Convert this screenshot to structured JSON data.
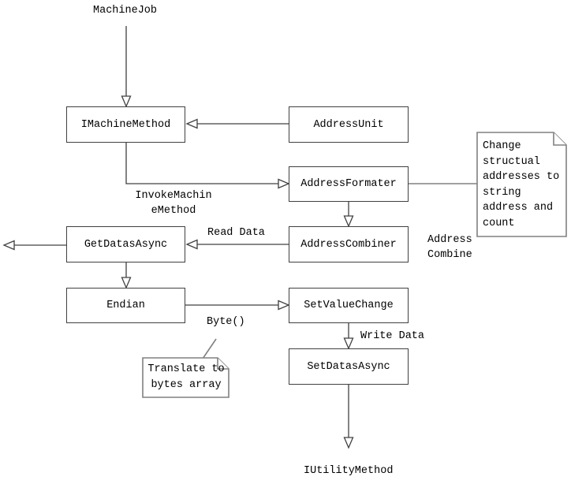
{
  "diagram": {
    "nodes": {
      "imachine_method": {
        "label": "IMachineMethod"
      },
      "address_unit": {
        "label": "AddressUnit"
      },
      "address_formater": {
        "label": "AddressFormater"
      },
      "address_combiner": {
        "label": "AddressCombiner"
      },
      "get_datas_async": {
        "label": "GetDatasAsync"
      },
      "endian": {
        "label": "Endian"
      },
      "set_value_change": {
        "label": "SetValueChange"
      },
      "set_datas_async": {
        "label": "SetDatasAsync"
      }
    },
    "terminals": {
      "machine_job": {
        "label": "MachineJob"
      },
      "iutility_method": {
        "label": "IUtilityMethod"
      }
    },
    "edge_labels": {
      "invoke_machine_method": {
        "lines": [
          "InvokeMachin",
          "eMethod"
        ]
      },
      "read_data": "Read Data",
      "address_combine": {
        "lines": [
          "Address",
          "Combine"
        ]
      },
      "byte": "Byte()",
      "write_data": "Write Data"
    },
    "notes": {
      "change_structural": {
        "text": "Change structual addresses to string address and count",
        "lines": [
          "Change",
          "structual",
          "addresses to",
          "string",
          "address and",
          "count"
        ]
      },
      "translate_bytes": {
        "text": "Translate to bytes array",
        "lines": [
          "Translate to",
          "bytes array"
        ]
      }
    },
    "colors": {
      "background": "#ffffff",
      "line": "#404040",
      "note_border": "#808080",
      "text": "#000000"
    }
  }
}
